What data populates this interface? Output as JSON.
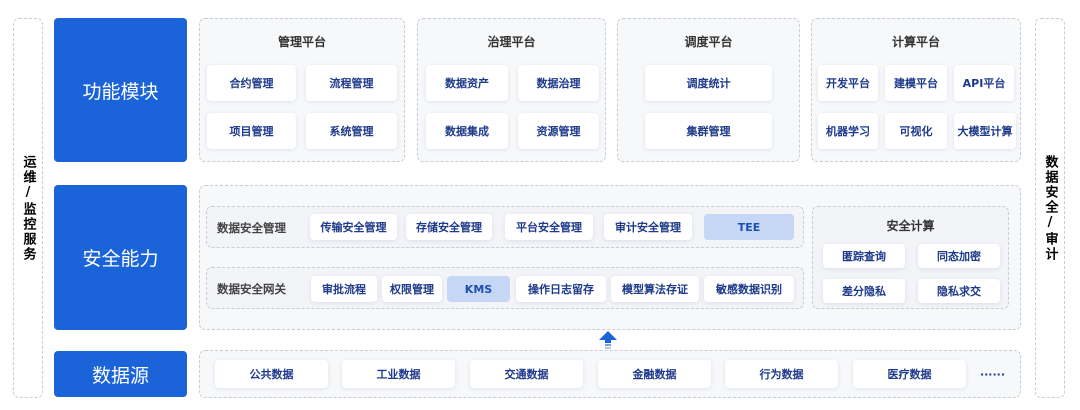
{
  "side_left": "运维/监控服务",
  "side_right": "数据安全/审计",
  "layers": {
    "function": "功能模块",
    "security": "安全能力",
    "source": "数据源"
  },
  "platforms": {
    "management": {
      "title": "管理平台",
      "items": [
        "合约管理",
        "流程管理",
        "项目管理",
        "系统管理"
      ]
    },
    "governance": {
      "title": "治理平台",
      "items": [
        "数据资产",
        "数据治理",
        "数据集成",
        "资源管理"
      ]
    },
    "scheduling": {
      "title": "调度平台",
      "items": [
        "调度统计",
        "集群管理"
      ]
    },
    "computing": {
      "title": "计算平台",
      "items": [
        "开发平台",
        "建模平台",
        "API平台",
        "机器学习",
        "可视化",
        "大模型计算"
      ]
    }
  },
  "security": {
    "mgmt_row": {
      "label": "数据安全管理",
      "items": [
        "传输安全管理",
        "存储安全管理",
        "平台安全管理",
        "审计安全管理",
        "TEE"
      ]
    },
    "gateway_row": {
      "label": "数据安全网关",
      "items": [
        "审批流程",
        "权限管理",
        "KMS",
        "操作日志留存",
        "模型算法存证",
        "敏感数据识别"
      ]
    },
    "compute": {
      "title": "安全计算",
      "items": [
        "匿踪查询",
        "同态加密",
        "差分隐私",
        "隐私求交"
      ]
    }
  },
  "sources": [
    "公共数据",
    "工业数据",
    "交通数据",
    "金融数据",
    "行为数据",
    "医疗数据",
    "······"
  ],
  "colors": {
    "accent": "#1a63d8",
    "highlight": "#c6d6f5"
  }
}
